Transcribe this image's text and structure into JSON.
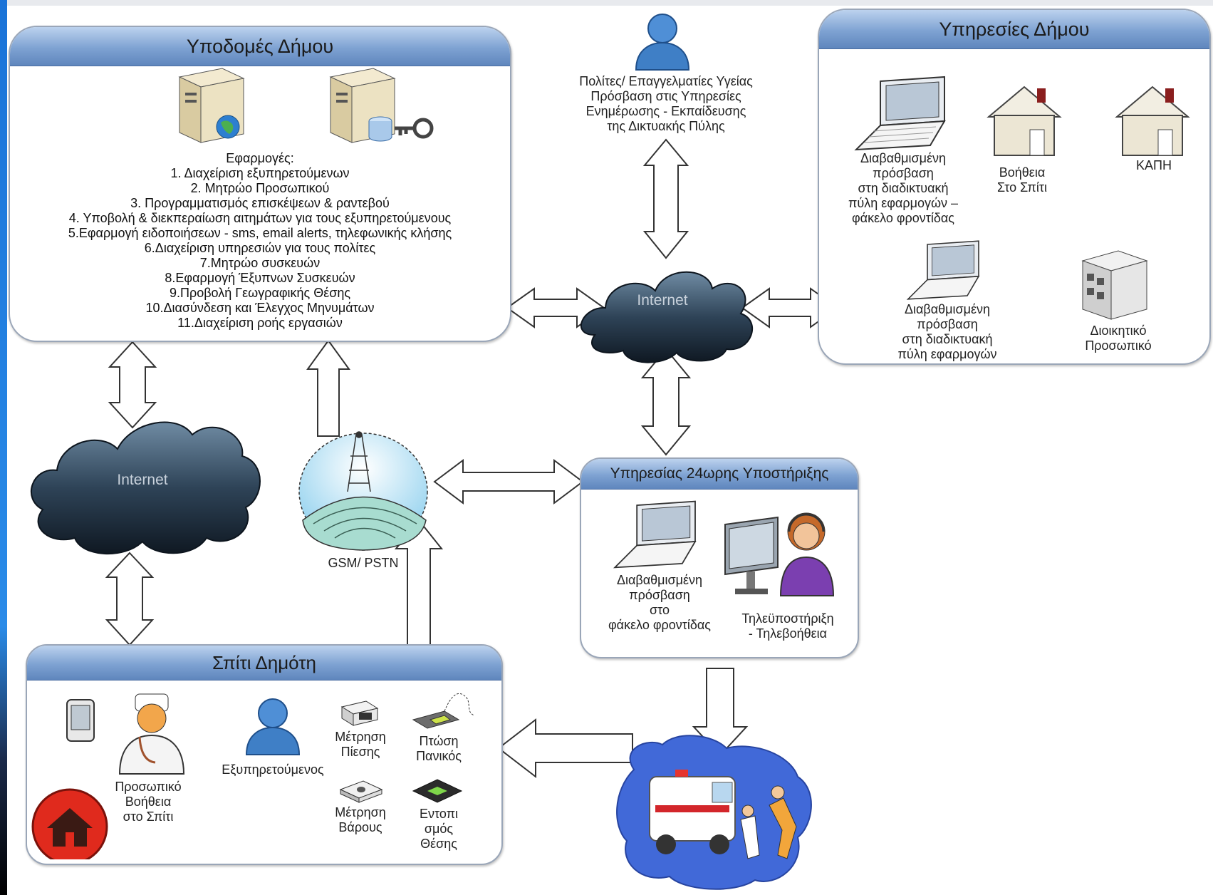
{
  "infra": {
    "title": "Υποδομές Δήμου",
    "apps_heading": "Εφαρμογές:",
    "apps": [
      "1. Διαχείριση εξυπηρετούμενων",
      "2. Μητρώο Προσωπικού",
      "3. Προγραμματισμός επισκέψεων & ραντεβού",
      "4. Υποβολή & διεκπεραίωση αιτημάτων για τους εξυπηρετούμενους",
      "5.Εφαρμογή ειδοποιήσεων - sms, email alerts, τηλεφωνικής κλήσης",
      "6.Διαχείριση υπηρεσιών για τους πολίτες",
      "7.Μητρώο συσκευών",
      "8.Εφαρμογή Έξυπνων Συσκευών",
      "9.Προβολή Γεωγραφικής Θέσης",
      "10.Διασύνδεση και Έλεγχος Μηνυμάτων",
      "11.Διαχείριση ροής εργασιών"
    ]
  },
  "citizens": {
    "lines": [
      "Πολίτες/ Επαγγελματίες Υγείας",
      "Πρόσβαση στις Υπηρεσίες",
      "Ενημέρωσης -  Εκπαίδευσης",
      "της Δικτυακής Πύλης"
    ]
  },
  "services": {
    "title": "Υπηρεσίες Δήμου",
    "laptop1": [
      "Διαβαθμισμένη",
      "πρόσβαση",
      "στη διαδικτυακή",
      "πύλη εφαρμογών –",
      "φάκελο φροντίδας"
    ],
    "home_help": [
      "Βοήθεια",
      "Στο Σπίτι"
    ],
    "kapi": "ΚΑΠΗ",
    "laptop2": [
      "Διαβαθμισμένη",
      "πρόσβαση",
      "στη διαδικτυακή",
      "πύλη εφαρμογών"
    ],
    "admin": [
      "Διοικητικό",
      "Προσωπικό"
    ]
  },
  "internet_label": "Internet",
  "gsm_label": "GSM/ PSTN",
  "support": {
    "title": "Υπηρεσίας 24ωρης Υποστήριξης",
    "laptop": [
      "Διαβαθμισμένη",
      "πρόσβαση",
      "στο",
      "φάκελο φροντίδας"
    ],
    "operator": [
      "Τηλεϋποστήριξη",
      "- Τηλεβοήθεια"
    ]
  },
  "home": {
    "title": "Σπίτι Δημότη",
    "staff": [
      "Προσωπικό",
      "Βοήθεια",
      "στο Σπίτι"
    ],
    "client": "Εξυπηρετούμενος",
    "pressure": [
      "Μέτρηση",
      "Πίεσης"
    ],
    "fall": [
      "Πτώση",
      "Πανικός"
    ],
    "weight": [
      "Μέτρηση",
      "Βάρους"
    ],
    "location": [
      "Εντοπι",
      "σμός",
      "Θέσης"
    ]
  },
  "colors": {
    "panel_header": "#7ea2d2",
    "panel_border": "#9aa6b8",
    "cloud_dark": "#1f2d3b",
    "cloud_light": "#5d7890",
    "left_accent": "#1a73d8"
  }
}
